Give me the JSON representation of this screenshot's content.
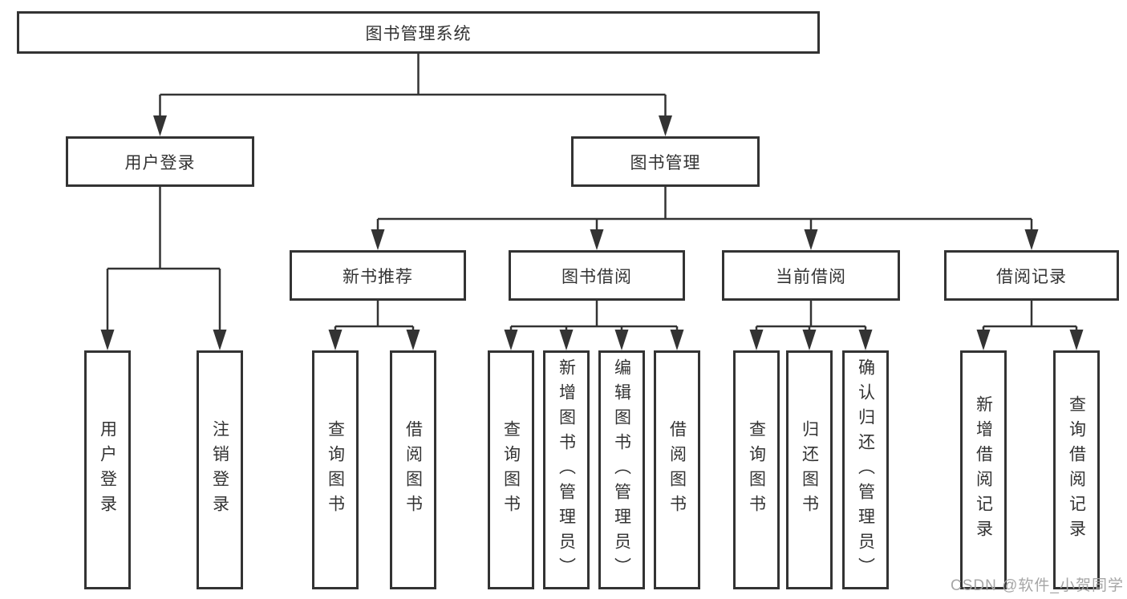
{
  "diagram": {
    "root": {
      "label": "图书管理系统"
    },
    "level2": {
      "user_login": {
        "label": "用户登录"
      },
      "book_management": {
        "label": "图书管理"
      }
    },
    "level3": {
      "new_book_recommend": {
        "label": "新书推荐"
      },
      "book_borrow": {
        "label": "图书借阅"
      },
      "current_borrow": {
        "label": "当前借阅"
      },
      "borrow_records": {
        "label": "借阅记录"
      }
    },
    "leaves": {
      "user_login": {
        "label": "用户登录"
      },
      "logout": {
        "label": "注销登录"
      },
      "query_books_recommend": {
        "label": "查询图书"
      },
      "borrow_books_recommend": {
        "label": "借阅图书"
      },
      "query_books_borrow": {
        "label": "查询图书"
      },
      "add_books_admin": {
        "label": "新增图书（管理员）"
      },
      "edit_books_admin": {
        "label": "编辑图书（管理员）"
      },
      "borrow_books_leaf": {
        "label": "借阅图书"
      },
      "query_books_current": {
        "label": "查询图书"
      },
      "return_books": {
        "label": "归还图书"
      },
      "confirm_return_admin": {
        "label": "确认归还（管理员）"
      },
      "add_borrow_record": {
        "label": "新增借阅记录"
      },
      "query_borrow_record": {
        "label": "查询借阅记录"
      }
    }
  },
  "watermark": {
    "text": "CSDN @软件_小贺同学"
  },
  "colors": {
    "line": "#333333",
    "text": "#333333",
    "watermark": "#a6a6a6",
    "background": "#ffffff"
  }
}
